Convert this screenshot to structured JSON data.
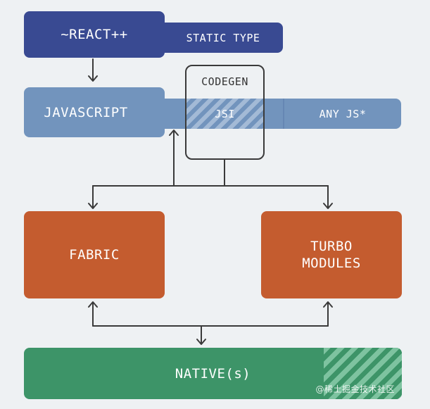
{
  "diagram": {
    "nodes": {
      "react": "~REACT++",
      "static_type": "STATIC TYPE",
      "codegen": "CODEGEN",
      "javascript": "JAVASCRIPT",
      "jsi": "JSI",
      "any_js": "ANY JS*",
      "fabric": "FABRIC",
      "turbo_line1": "TURBO",
      "turbo_line2": "MODULES",
      "native": "NATIVE(s)"
    },
    "colors": {
      "background": "#eef1f3",
      "react_layer": "#394a92",
      "javascript_layer": "#7294bd",
      "core_modules": "#c45c2f",
      "native_layer": "#3d9468",
      "connector": "#3a3a3a"
    },
    "watermark": "@稀土掘金技术社区"
  }
}
